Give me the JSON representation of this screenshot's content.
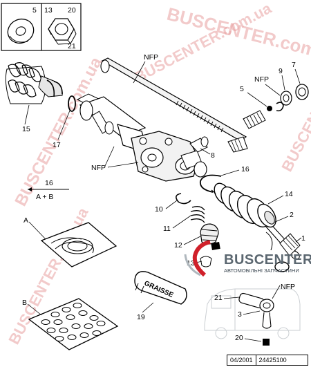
{
  "watermark": "BUSCENTER.com.ua",
  "brand": {
    "name": "BUSCENTER",
    "tagline": "АВТОМОБІЛЬНІ ЗАПЧАСТИНИ",
    "color_text": "#5b6770",
    "color_accent": "#d0202a"
  },
  "inset": {
    "label_5": "5",
    "label_13": "13",
    "label_20": "20",
    "label_21": "21"
  },
  "labels": {
    "nfp_top": "NFP",
    "nfp_mid": "NFP",
    "nfp_right": "NFP",
    "nfp_bottom": "NFP",
    "l1": "1",
    "l2": "2",
    "l3": "3",
    "l5": "5",
    "l7": "7",
    "l8": "8",
    "l9": "9",
    "l10": "10",
    "l11": "11",
    "l12": "12",
    "l13": "13",
    "l14": "14",
    "l15": "15",
    "l16": "16",
    "l17": "17",
    "l19": "19",
    "l20": "20",
    "l21": "21",
    "legend_top": "16",
    "legend_bottom": "A + B",
    "kit_a": "A",
    "kit_b": "B",
    "grease": "GRAISSE"
  },
  "footer": {
    "date": "04/2001",
    "ref": "24425100"
  }
}
